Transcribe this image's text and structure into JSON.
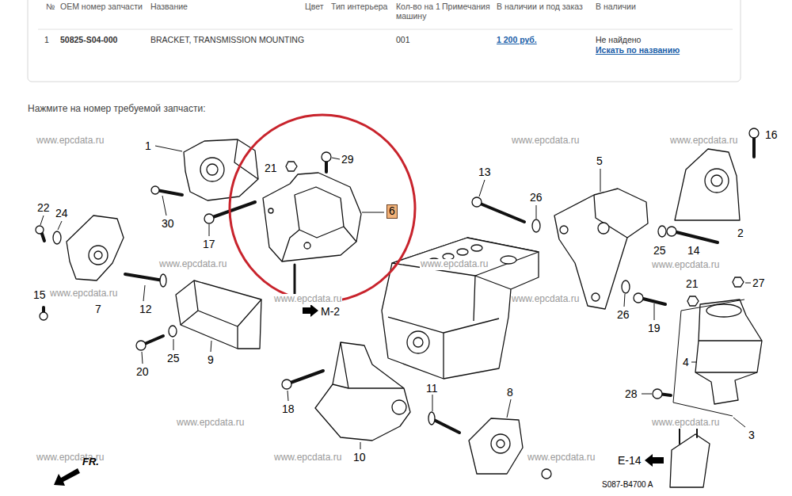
{
  "diagram": {
    "nodes": [
      {
        "text": [
          "6"
        ]
      }
    ],
    "labels": [
      "№",
      "OEM номер запчасти",
      "Название",
      "Цвет",
      "Тип интерьера",
      "Кол-во на 1 машину",
      "Примечания",
      "В наличии и под заказ",
      "В наличии",
      "1",
      "50825-S04-000",
      "BRACKET, TRANSMISSION MOUNTING",
      "001",
      "1 200 руб.",
      "Не найдено",
      "Искать по названию",
      "Нажмите на номер требуемой запчасти:",
      "www.epcdata.ru",
      "www.epcdata.ru",
      "www.epcdata.ru",
      "www.epcdata.ru",
      "www.epcdata.ru",
      "www.epcdata.ru",
      "www.epcdata.ru",
      "www.epcdata.ru",
      "www.epcdata.ru",
      "www.epcdata.ru",
      "www.epcdata.ru",
      "www.epcdata.ru",
      "www.epcdata.ru",
      "www.epcdata.ru",
      "1",
      "16",
      "21",
      "29",
      "13",
      "5",
      "22",
      "24",
      "30",
      "26",
      "2",
      "17",
      "25",
      "14",
      "7",
      "12",
      "15",
      "21",
      "27",
      "9",
      "M-2",
      "26",
      "19",
      "4",
      "20",
      "25",
      "11",
      "8",
      "28",
      "3",
      "18",
      "10",
      "E-14",
      "FR.",
      "S087-B4700 A"
    ]
  }
}
